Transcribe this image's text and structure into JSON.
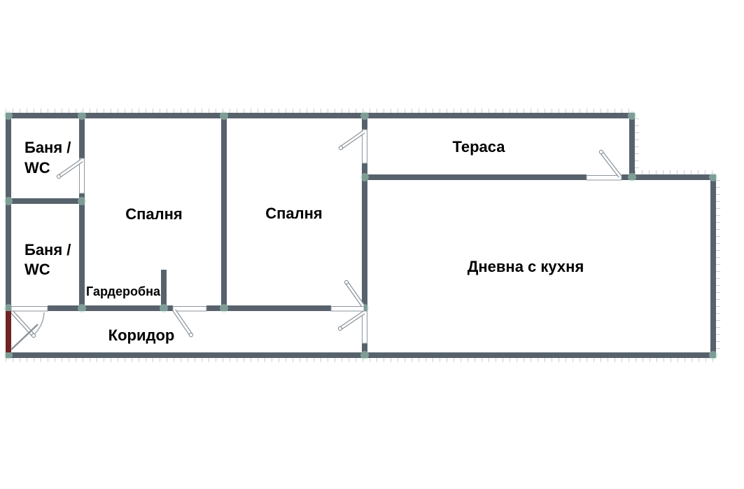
{
  "plan": {
    "title": "apartment-floor-plan",
    "rooms": {
      "bath1": {
        "line1": "Баня /",
        "line2": "WC"
      },
      "bath2": {
        "line1": "Баня /",
        "line2": "WC"
      },
      "bedroom1": {
        "label": "Спалня"
      },
      "bedroom2": {
        "label": "Спалня"
      },
      "terrace": {
        "label": "Тераса"
      },
      "living": {
        "label": "Дневна с кухня"
      },
      "wardrobe": {
        "label": "Гардеробна"
      },
      "corridor": {
        "label": "Коридор"
      }
    },
    "doors": [
      {
        "name": "entry-door"
      },
      {
        "name": "bath2-corridor-door"
      },
      {
        "name": "bath1-bedroom1-door"
      },
      {
        "name": "wardrobe-corridor-door"
      },
      {
        "name": "bedroom2-corridor-door"
      },
      {
        "name": "living-corridor-door"
      },
      {
        "name": "bedroom2-terrace-door"
      },
      {
        "name": "terrace-living-door"
      }
    ],
    "colors": {
      "wall": "#57626c",
      "door_fill": "#ffffff",
      "door_outline": "#8d959c",
      "entry_door": "#6f2322",
      "junction_marker": "#a8d8bf",
      "tick": "#c9ced2",
      "label_text": "#000000",
      "background": "#ffffff"
    }
  }
}
